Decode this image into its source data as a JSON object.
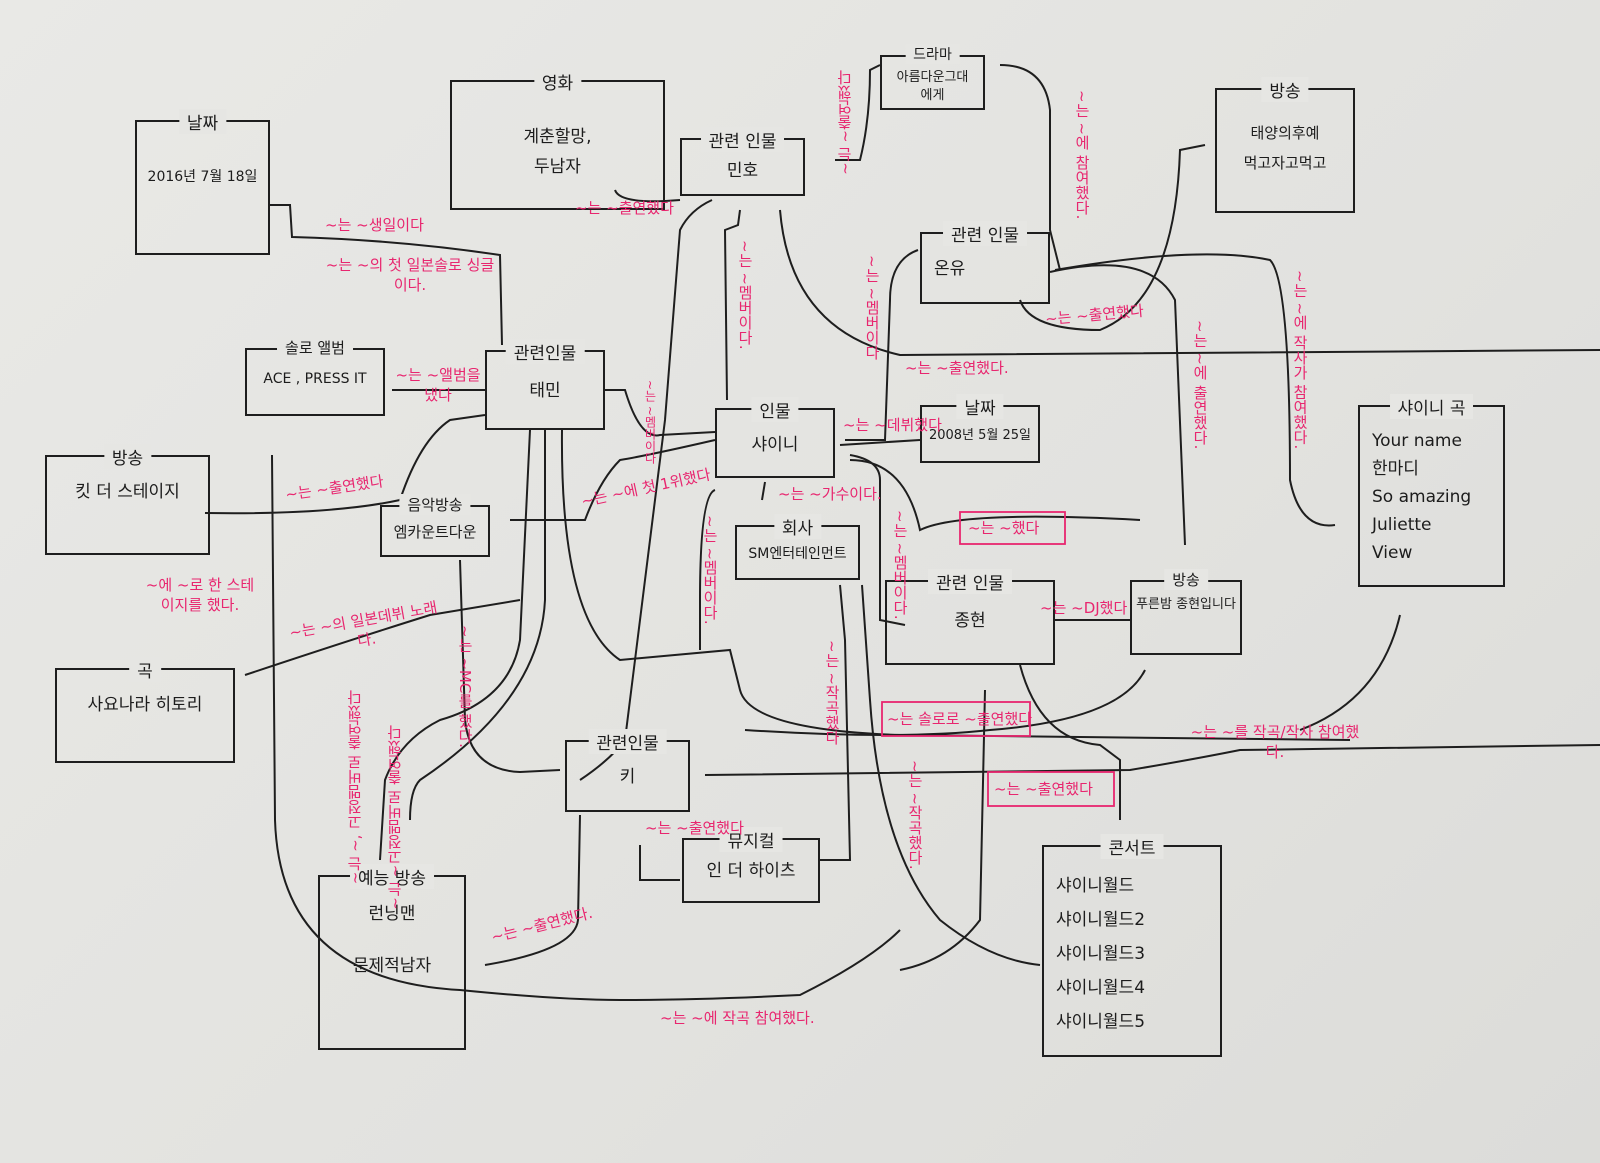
{
  "colors": {
    "ink": "#1e1e1e",
    "label": "#e8266f",
    "paper": "#e6e6e3"
  },
  "nodes": {
    "date1": {
      "category": "날짜",
      "items": [
        "2016년 7월 18일"
      ]
    },
    "movie": {
      "category": "영화",
      "items": [
        "계춘할망,",
        "두남자"
      ]
    },
    "minho": {
      "category": "관련 인물",
      "items": [
        "민호"
      ]
    },
    "drama": {
      "category": "드라마",
      "items": [
        "아름다운그대",
        "에게"
      ]
    },
    "bcast1": {
      "category": "방송",
      "items": [
        "태양의후예",
        "먹고자고먹고"
      ]
    },
    "onew": {
      "category": "관련 인물",
      "items": [
        "온유"
      ]
    },
    "solo": {
      "category": "솔로 앨범",
      "items": [
        "ACE , PRESS IT"
      ]
    },
    "taemin": {
      "category": "관련인물",
      "items": [
        "태민"
      ]
    },
    "shinee": {
      "category": "인물",
      "items": [
        "샤이니"
      ]
    },
    "date2": {
      "category": "날짜",
      "items": [
        "2008년 5월 25일"
      ]
    },
    "songs": {
      "category": "샤이니 곡",
      "items": [
        "Your name",
        "한마디",
        "So amazing",
        "Juliette",
        "View"
      ]
    },
    "bcast2": {
      "category": "방송",
      "items": [
        "킷 더 스테이지"
      ]
    },
    "mcountdown": {
      "category": "음악방송",
      "items": [
        "엠카운트다운"
      ]
    },
    "sm": {
      "category": "회사",
      "items": [
        "SM엔터테인먼트"
      ]
    },
    "jonghyun": {
      "category": "관련 인물",
      "items": [
        "종현"
      ]
    },
    "bcast3": {
      "category": "방송",
      "items": [
        "푸른밤 종현입니다"
      ]
    },
    "song": {
      "category": "곡",
      "items": [
        "사요나라 히토리"
      ]
    },
    "key": {
      "category": "관련인물",
      "items": [
        "키"
      ]
    },
    "musical": {
      "category": "뮤지컬",
      "items": [
        "인 더 하이츠"
      ]
    },
    "variety": {
      "category": "예능 방송",
      "items": [
        "런닝맨",
        "문제적남자"
      ]
    },
    "concert": {
      "category": "콘서트",
      "items": [
        "샤이니월드",
        "샤이니월드2",
        "샤이니월드3",
        "샤이니월드4",
        "샤이니월드5"
      ]
    }
  },
  "edge_labels": [
    "~는 ~생일이다",
    "~는 ~의 첫 일본솔로 싱글이다.",
    "~는 ~앨범을 냈다",
    "~는 ~출연했다",
    "~에 ~로 한 스테이지를 했다.",
    "~는 ~의 일본데뷔 노래다.",
    "~는 ~MC를 했다.",
    "~는 ~, 고정멤버로 출연했다",
    "~는 ~고정멤버로 출연했다",
    "~는 ~출연했다",
    "~는 ~멤버이다.",
    "~는 ~출연했다",
    "~는 ~에 참여했다.",
    "~는 ~멤버이다",
    "~는 ~출연했다.",
    "~는 ~출연했다",
    "~는 ~에 출연했다.",
    "~는 ~에 작사가 참여했다.",
    "~는 ~멤버이다",
    "~는 ~데뷔했다",
    "~는 ~에 첫 1위했다",
    "~는 ~가수이다.",
    "~는 ~멤버이다.",
    "~는 ~멤버이다.",
    "~는 ~했다",
    "~는 ~DJ했다",
    "~는 솔로로 ~출연했다",
    "~는 ~를 작곡/작사 참여했다.",
    "~는 ~출연했다",
    "~는 ~작곡했다",
    "~는 ~작곡했다.",
    "~는 ~출연했다",
    "~는 ~출연했다.",
    "~는 ~에 작곡 참여했다."
  ]
}
